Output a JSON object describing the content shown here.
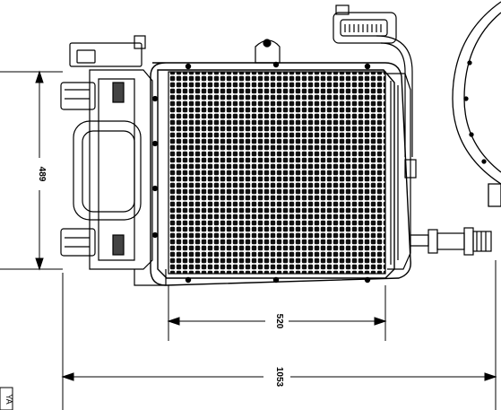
{
  "dimensions": {
    "height_label": "489",
    "core_width_label": "520",
    "overall_length_label": "1053"
  },
  "corner_label": "YA",
  "colors": {
    "line": "#000000",
    "background": "#ffffff",
    "core_fill": "#1a1a1a"
  }
}
